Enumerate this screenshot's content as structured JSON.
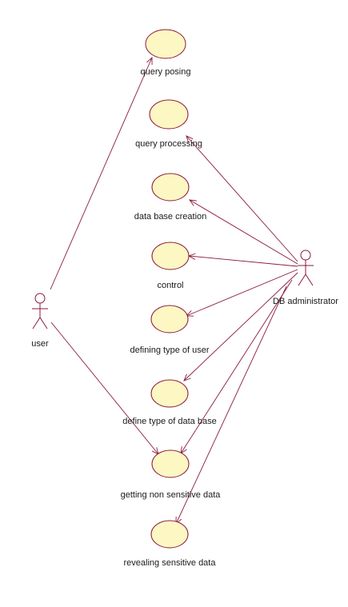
{
  "colors": {
    "line": "#8b1a3a",
    "usecase_fill": "#fdf7c3",
    "usecase_stroke": "#8b1a3a",
    "actor_stroke": "#8b1a3a",
    "text": "#1a1a1a"
  },
  "actors": [
    {
      "id": "user",
      "label": "user"
    },
    {
      "id": "dba",
      "label": "DB administrator"
    }
  ],
  "usecases": [
    {
      "id": "uc1",
      "label": "query posing"
    },
    {
      "id": "uc2",
      "label": "query processing"
    },
    {
      "id": "uc3",
      "label": "data base creation"
    },
    {
      "id": "uc4",
      "label": "control"
    },
    {
      "id": "uc5",
      "label": "defining type of user"
    },
    {
      "id": "uc6",
      "label": "define type of data base"
    },
    {
      "id": "uc7",
      "label": "getting non sensitive data"
    },
    {
      "id": "uc8",
      "label": "revealing sensitive data"
    }
  ],
  "associations": [
    {
      "from": "user",
      "to": "uc1"
    },
    {
      "from": "user",
      "to": "uc7"
    },
    {
      "from": "dba",
      "to": "uc2"
    },
    {
      "from": "dba",
      "to": "uc3"
    },
    {
      "from": "dba",
      "to": "uc4"
    },
    {
      "from": "dba",
      "to": "uc5"
    },
    {
      "from": "dba",
      "to": "uc6"
    },
    {
      "from": "dba",
      "to": "uc7"
    },
    {
      "from": "dba",
      "to": "uc8"
    }
  ]
}
